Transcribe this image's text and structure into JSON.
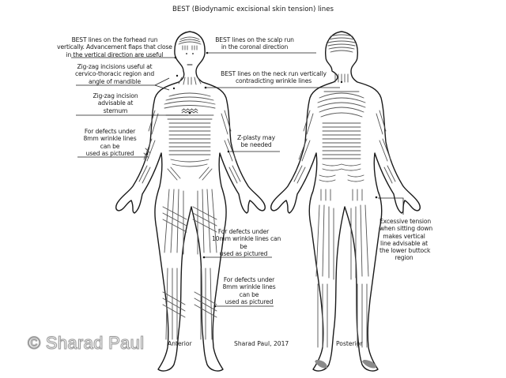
{
  "title": "BEST (Biodynamic excisional skin tension) lines",
  "annotations": {
    "forehead": [
      "BEST lines on the forhead run",
      "vertically. Advancement flaps that close",
      "in the vertical direction are useful"
    ],
    "zigzag_neck": [
      "Zig-zag incisions useful at",
      "cervico-thoracic region and",
      "angle of mandible"
    ],
    "zigzag_sternum": [
      "Zig-zag incision",
      "advisable at",
      "sternum"
    ],
    "arm_defects": [
      "For defects under",
      "8mm wrinkle lines",
      "can be",
      "used as pictured"
    ],
    "scalp": [
      "BEST lines on the scalp run",
      "in the coronal direction"
    ],
    "neck": [
      "BEST lines on the neck run vertically",
      "contradicting wrinkle lines"
    ],
    "zplasty": [
      "Z-plasty may",
      "be needed"
    ],
    "thigh_defects": [
      "For defects under",
      "10mm wrinkle lines can",
      "be",
      "used as pictured"
    ],
    "shin_defects": [
      "For defects under",
      "8mm wrinkle lines",
      "can be",
      "used as pictured"
    ],
    "buttock": [
      "Excessive tension",
      "when sitting down",
      "makes vertical",
      "line advisable at",
      "the lower buttock",
      "region"
    ]
  },
  "views": {
    "anterior": "Anterior",
    "posterior": "Posterior"
  },
  "credit": "Sharad Paul, 2017",
  "watermark": "© Sharad Paul",
  "colors": {
    "line": "#1a1a1a",
    "tension_lines": "#555555",
    "sole_shade": "#8a8a8a",
    "background": "#ffffff"
  }
}
